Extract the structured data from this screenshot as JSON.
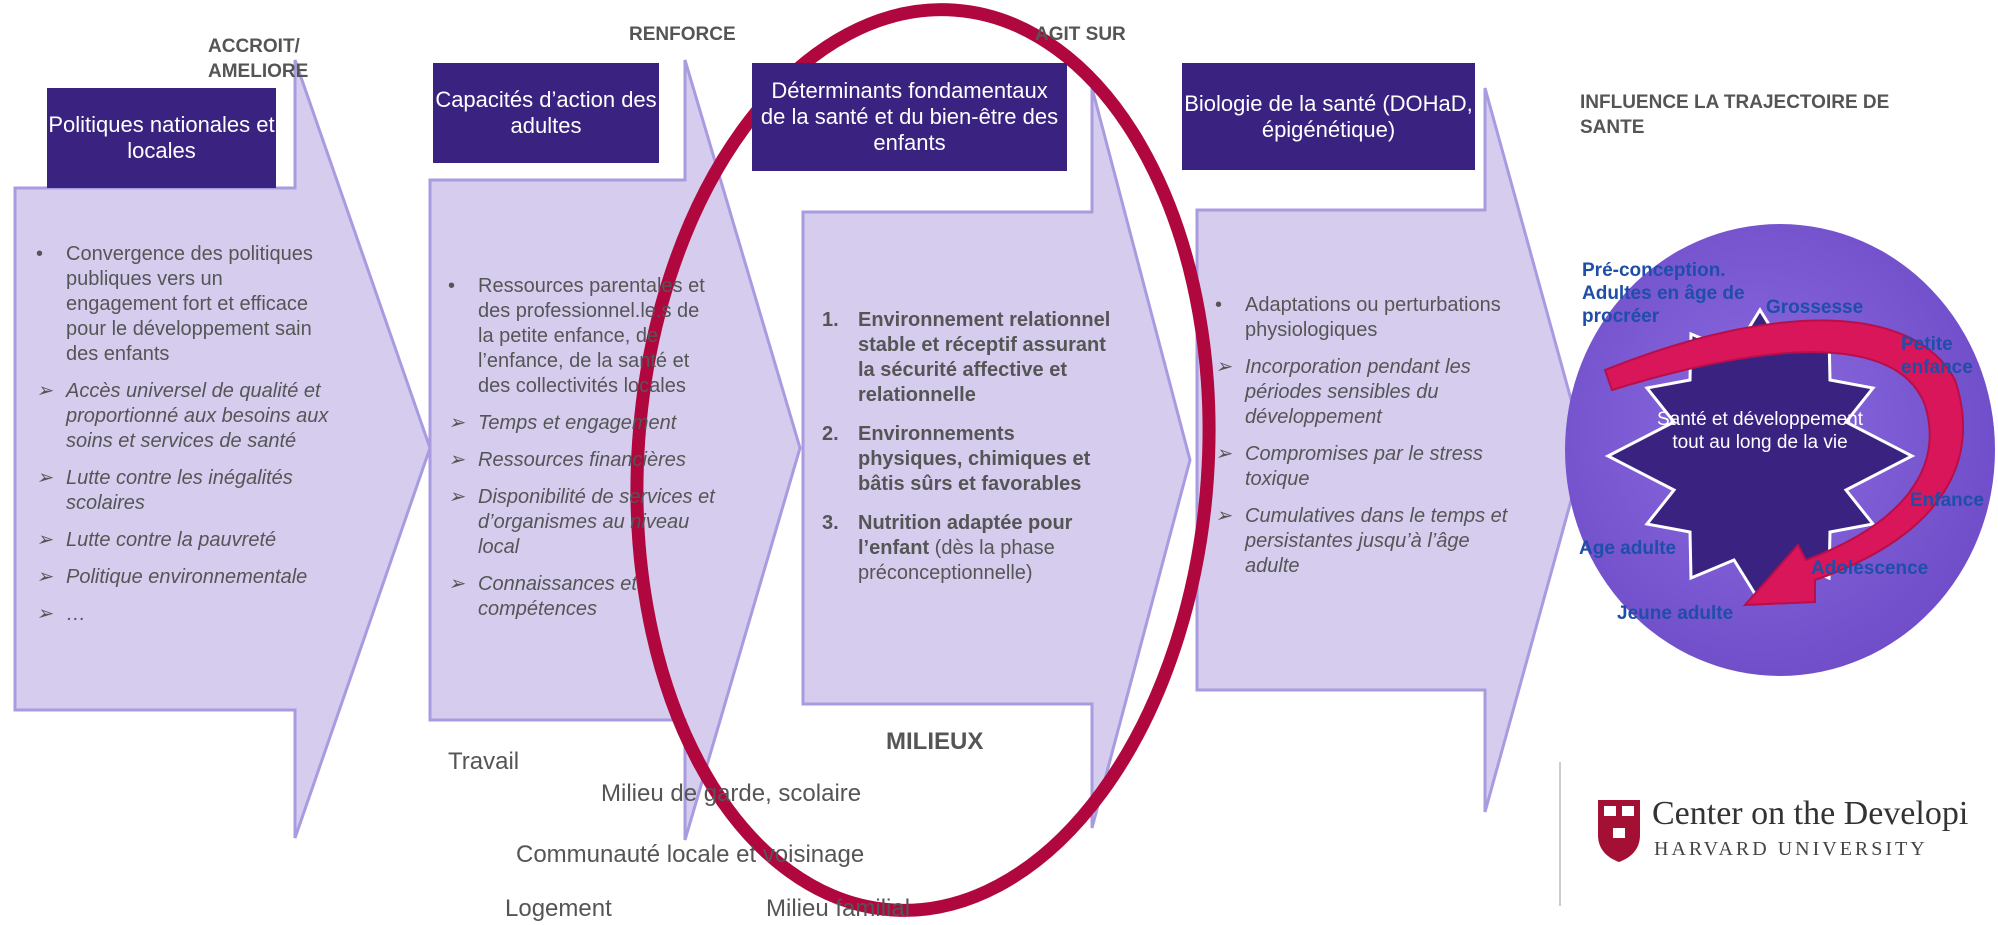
{
  "captions": {
    "c1": "ACCROIT/\nAMELIORE",
    "c2": "RENFORCE",
    "c3": "AGIT SUR",
    "c4": "INFLUENCE LA TRAJECTOIRE DE SANTE"
  },
  "headers": {
    "h1": "Politiques nationales et locales",
    "h2": "Capacités d’action des adultes",
    "h3": "Déterminants fondamentaux de la santé et du bien-être des enfants",
    "h4": "Biologie de la santé (DOHaD, épigénétique)"
  },
  "col1": {
    "bullet": "Convergence des politiques publiques vers un engagement fort et efficace pour le développement sain des enfants",
    "items": [
      "Accès universel de qualité et proportionné aux besoins aux soins et services de santé",
      "Lutte contre les inégalités scolaires",
      "Lutte contre la pauvreté",
      "Politique environnementale",
      "…"
    ]
  },
  "col2": {
    "bullet": "Ressources parentales et des professionnel.le.s de la petite enfance, de l’enfance, de la santé et des collectivités locales",
    "items": [
      "Temps et engagement",
      "Ressources financières",
      "Disponibilité de services et d’organismes au niveau local",
      "Connaissances et compétences"
    ]
  },
  "col3": {
    "items": [
      {
        "num": "1.",
        "bold": "Environnement relationnel stable et réceptif assurant la sécurité affective et relationnelle",
        "normal": ""
      },
      {
        "num": "2.",
        "bold": "Environnements physiques, chimiques et bâtis sûrs et favorables",
        "normal": ""
      },
      {
        "num": "3.",
        "bold": "Nutrition adaptée pour l’enfant",
        "normal": " (dès la phase préconceptionnelle)"
      }
    ]
  },
  "col4": {
    "bullet": "Adaptations ou perturbations physiologiques",
    "items": [
      "Incorporation pendant les périodes sensibles du développement",
      "Compromises par le stress toxique",
      "Cumulatives dans le temps et persistantes jusqu’à l’âge adulte"
    ]
  },
  "milieux": {
    "title": "MILIEUX",
    "travail": "Travail",
    "garde": "Milieu de garde, scolaire",
    "communaute": "Communauté locale et voisinage",
    "logement": "Logement",
    "familial": "Milieu familial"
  },
  "trajectory": {
    "center": "Santé et développement tout au long de la vie",
    "preconception": "Pré-conception. Adultes en âge de procréer",
    "grossesse": "Grossesse",
    "petite_enfance": "Petite enfance",
    "enfance": "Enfance",
    "adolescence": "Adolescence",
    "jeune_adulte": "Jeune adulte",
    "age_adulte": "Age adulte"
  },
  "logo": {
    "name": "Center on the Developi",
    "university": "HARVARD UNIVERSITY"
  },
  "colors": {
    "header_bg": "#3a2380",
    "arrow_fill": "#d6cdee",
    "arrow_stroke": "#a99be0",
    "circle_fill": "#7b59d1",
    "highlight_ellipse": "#b0073f",
    "trajectory_arrow": "#d9165a",
    "label_blue": "#1f4ea8"
  }
}
